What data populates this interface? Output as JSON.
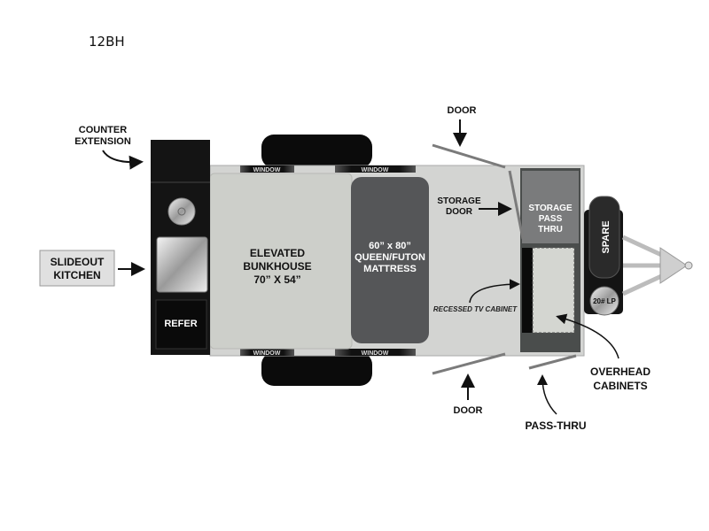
{
  "model": "12BH",
  "rooms": {
    "bunkhouse": {
      "line1": "ELEVATED",
      "line2": "BUNKHOUSE",
      "line3": "70” X 54”"
    },
    "mattress": {
      "line1": "60” x 80”",
      "line2": "QUEEN/FUTON",
      "line3": "MATTRESS"
    },
    "storage_pass_thru": {
      "line1": "STORAGE",
      "line2": "PASS",
      "line3": "THRU"
    },
    "refer": "REFER",
    "spare": "SPARE",
    "lp": "20# LP"
  },
  "windows": [
    "WINDOW",
    "WINDOW",
    "WINDOW",
    "WINDOW"
  ],
  "callouts": {
    "counter_extension": {
      "line1": "COUNTER",
      "line2": "EXTENSION"
    },
    "slideout_kitchen": {
      "line1": "SLIDEOUT",
      "line2": "KITCHEN"
    },
    "door_top": "DOOR",
    "door_bottom": "DOOR",
    "storage_door": {
      "line1": "STORAGE",
      "line2": "DOOR"
    },
    "recessed_tv": "RECESSED TV CABINET",
    "overhead": {
      "line1": "OVERHEAD",
      "line2": "CABINETS"
    },
    "pass_thru": "PASS-THRU"
  },
  "colors": {
    "body": "#d3d4d2",
    "bunk": "#cdcfca",
    "mattress": "#555658",
    "kitchen": "#141414",
    "storage": "#7a7b7c",
    "cabinet": "#4a4d4c"
  }
}
